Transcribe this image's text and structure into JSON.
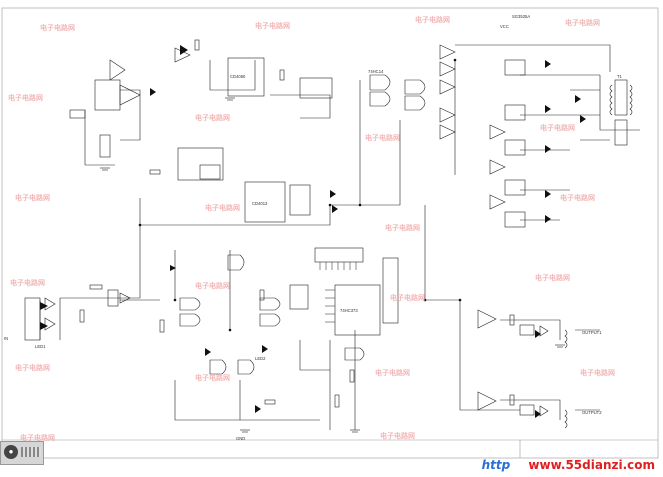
{
  "watermark": {
    "text": "电子电路网"
  },
  "labels": {
    "top_ic": "SG3525A",
    "ic_left_header": "74HC14",
    "ic_middle": "CD4013",
    "ic_counter": "CD4060",
    "ic_bus": "74HC373",
    "net_vcc": "VCC",
    "net_gnd": "GND",
    "out1": "OUTPUT1",
    "out2": "OUTPUT2",
    "in_left": "IN",
    "led_a": "LED1",
    "led_b": "LED2",
    "trans": "T1"
  },
  "taskbar": {
    "icon": "start-icon",
    "tray": "tray-icon"
  },
  "footer": {
    "prefix": "http",
    "site": "www.55dianzi.com"
  }
}
